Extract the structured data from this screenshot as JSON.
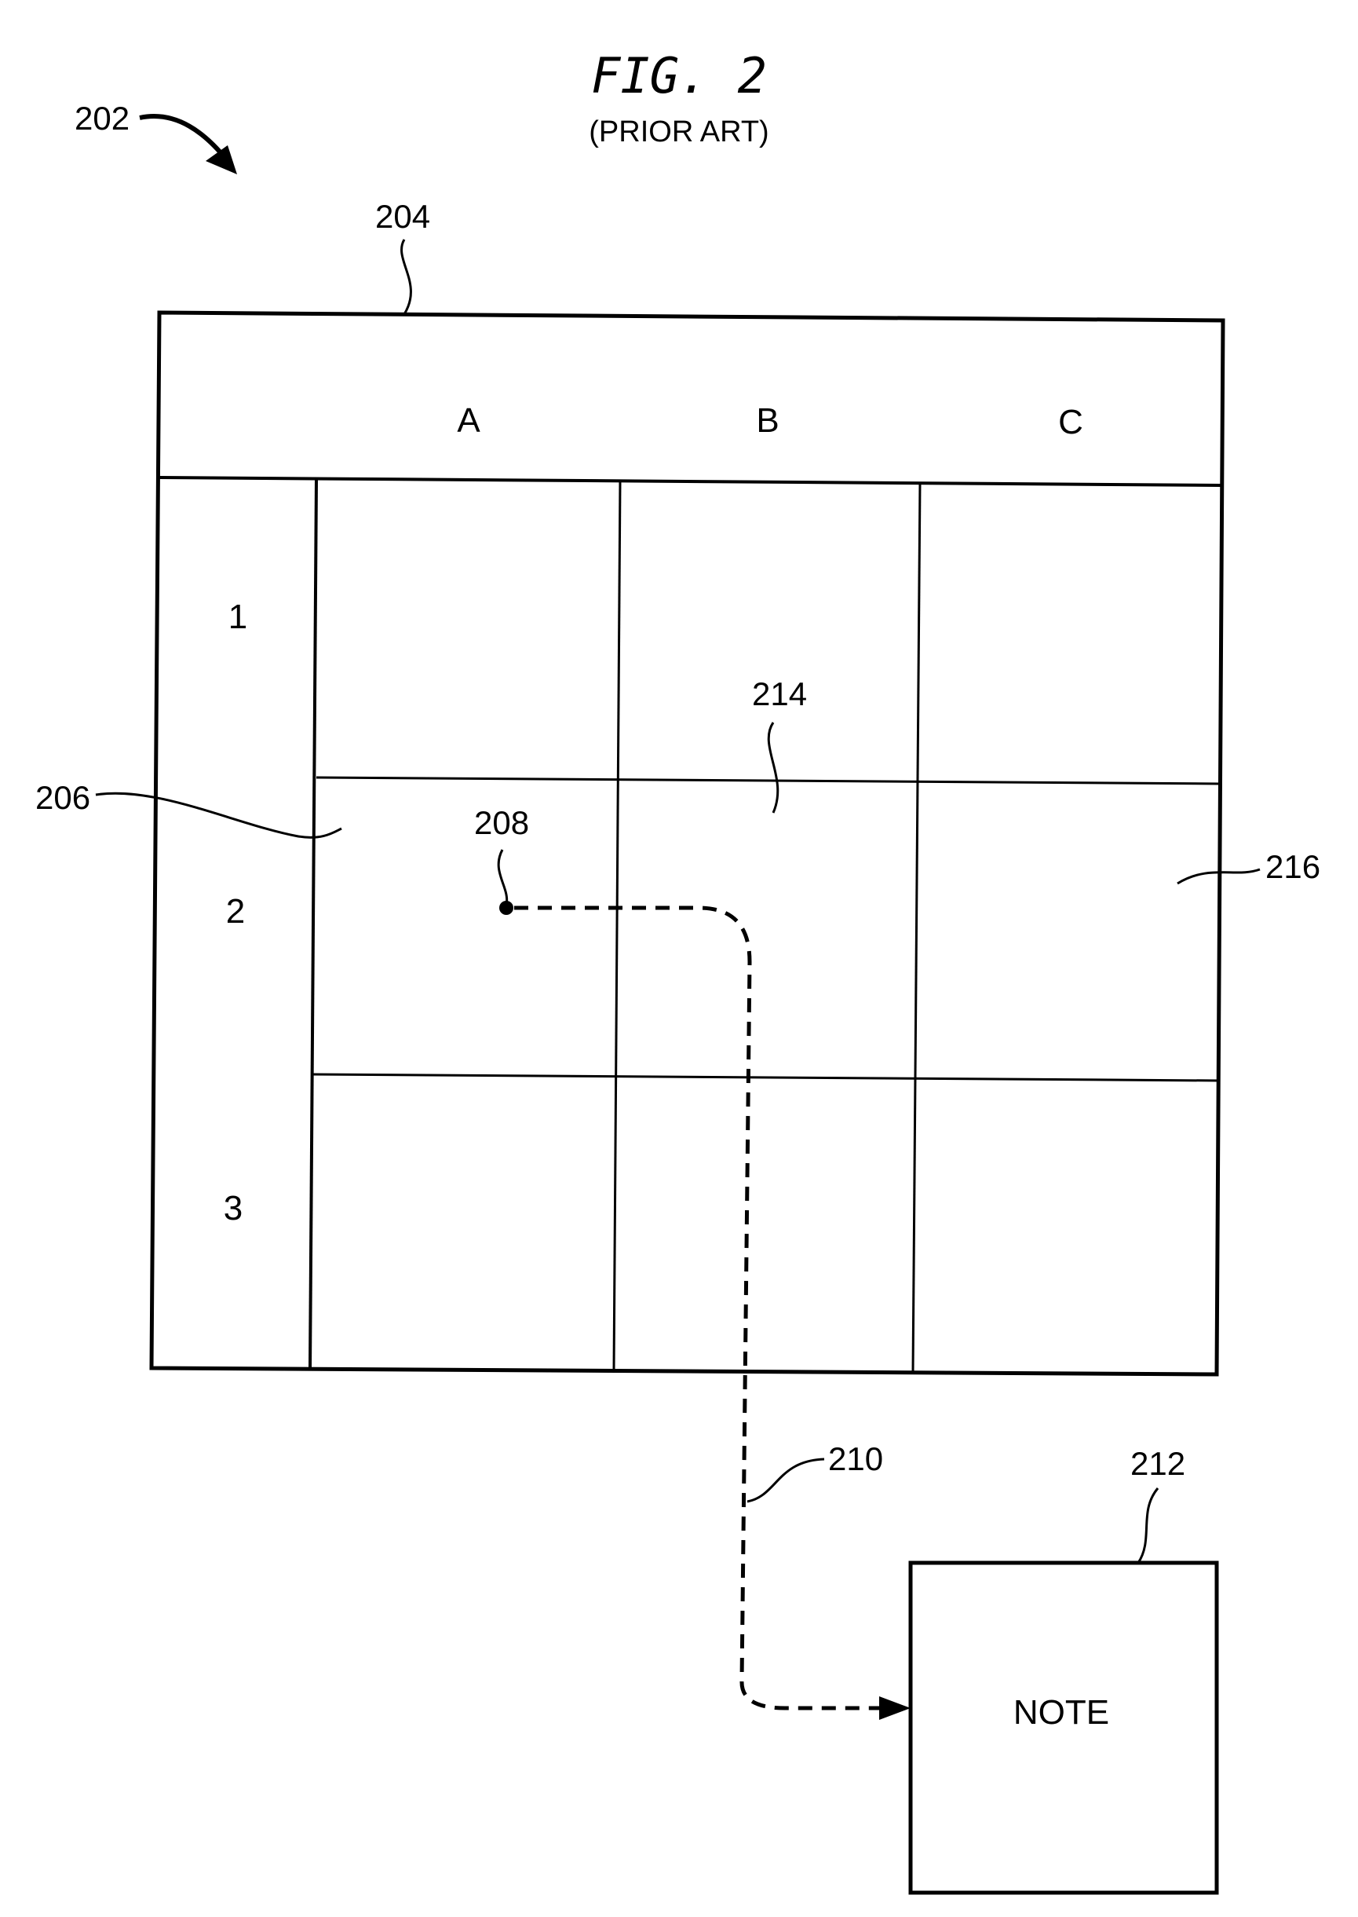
{
  "figure": {
    "title": "FIG. 2",
    "subtitle": "(PRIOR ART)"
  },
  "spreadsheet": {
    "column_headers": [
      "A",
      "B",
      "C"
    ],
    "row_headers": [
      "1",
      "2",
      "3"
    ]
  },
  "note": {
    "label": "NOTE"
  },
  "reference_numerals": {
    "figure_ref": "202",
    "spreadsheet": "204",
    "row_region": "206",
    "indicator": "208",
    "connector": "210",
    "note_box": "212",
    "cell_border": "214",
    "cell": "216"
  }
}
